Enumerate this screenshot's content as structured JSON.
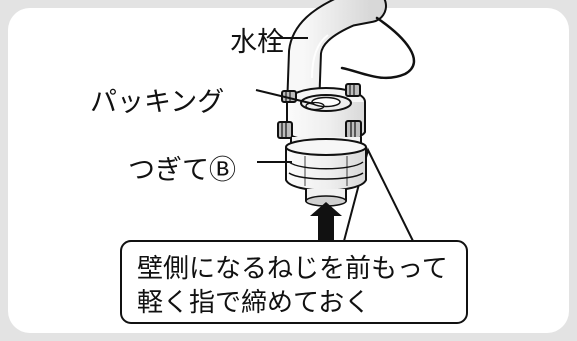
{
  "colors": {
    "background": "#e3e3e3",
    "panel": "#ffffff",
    "ink": "#111111",
    "metal": "#f2f2f2",
    "gray_fill": "#bdbdbd",
    "callout": "#ffffff"
  },
  "icons": {
    "arrow": "up-arrow-icon"
  },
  "labels": {
    "faucet": "水栓",
    "packing": "パッキング",
    "joint": "つぎてⒷ"
  },
  "callout": {
    "line1": "壁側になるねじを前もって",
    "line2": "軽く指で締めておく"
  }
}
